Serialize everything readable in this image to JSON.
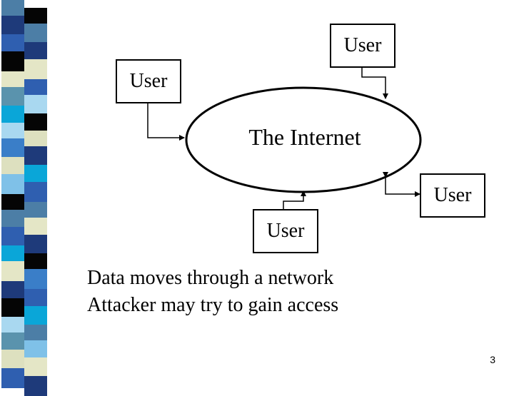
{
  "diagram": {
    "users": [
      {
        "label": "User"
      },
      {
        "label": "User"
      },
      {
        "label": "User"
      },
      {
        "label": "User"
      }
    ],
    "internet": "The Internet"
  },
  "caption": {
    "line1": "Data moves through a network",
    "line2": "Attacker may try to gain access"
  },
  "page_number": "3",
  "colors": {
    "strip": [
      "#4c7ea6",
      "#1e3a7a",
      "#2f5fb0",
      "#050505",
      "#e4e6c6",
      "#5a93ad",
      "#0aa6d8",
      "#a9d8f0",
      "#3a7ec8",
      "#dde0bf",
      "#7fc1e8"
    ]
  }
}
